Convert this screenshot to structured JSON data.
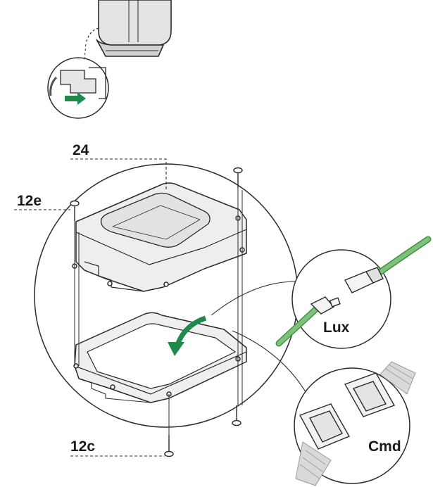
{
  "labels": {
    "part_24": "24",
    "part_12e": "12e",
    "part_12c": "12c",
    "connector_lux": "Lux",
    "connector_cmd": "Cmd"
  },
  "colors": {
    "line": "#2b2b2b",
    "cover_fill": "#eeeeee",
    "cover_top": "#e2e2e2",
    "tray_fill": "#efefef",
    "arrow_green": "#1f8a4c",
    "cable_green": "#7ec27a",
    "cable_green_dark": "#3f8f45",
    "ribbon_gray": "#bdbdbd",
    "unit_gray": "#e4e4e4"
  },
  "icons": {
    "inset_arrow": "right-arrow-icon",
    "rotation_arrow": "curved-arrow-icon",
    "screw": "screw-icon"
  }
}
